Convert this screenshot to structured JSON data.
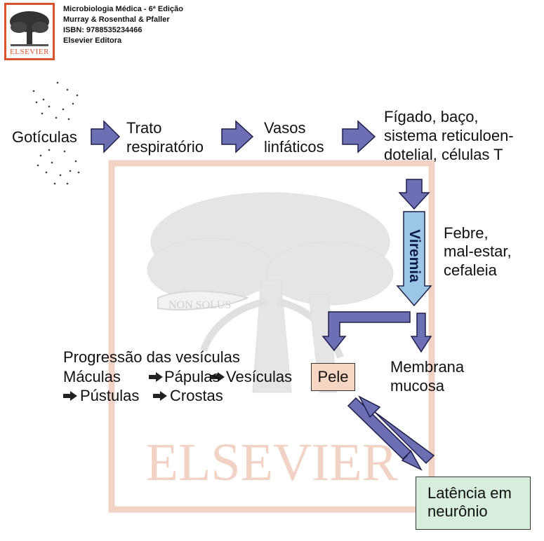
{
  "header": {
    "logo_text": "ELSEVIER",
    "book_title": "Microbiologia Médica - 6ª Edição",
    "authors": "Murray & Rosenthal & Pfaller",
    "isbn": "ISBN: 9788535234466",
    "publisher": "Elsevier Editora"
  },
  "watermark": {
    "logo_text": "ELSEVIER",
    "motto": "NON SOLUS"
  },
  "flow": {
    "goticulas": "Gotículas",
    "trato_1": "Trato",
    "trato_2": "respiratório",
    "vasos_1": "Vasos",
    "vasos_2": "linfáticos",
    "figado_1": "Fígado, baço,",
    "figado_2": "sistema reticuloen-",
    "figado_3": "dotelial, células T",
    "viremia": "Viremia",
    "sintomas_1": "Febre,",
    "sintomas_2": "mal-estar,",
    "sintomas_3": "cefaleia",
    "progressao_title": "Progressão das vesículas",
    "maculas": "Máculas",
    "papulas": "Pápulas",
    "vesiculas": "Vesículas",
    "pustulas": "Pústulas",
    "crostas": "Crostas",
    "pele": "Pele",
    "membrana_1": "Membrana",
    "membrana_2": "mucosa",
    "latencia_1": "Latência em",
    "latencia_2": "neurônio"
  },
  "colors": {
    "arrow_fill": "#6d6fb4",
    "arrow_stroke": "#1e1e4a",
    "viremia_fill": "#9cc6e6",
    "pele_box": "#f7d5c3",
    "latencia_box": "#d6eedb",
    "brand": "#d9532c",
    "watermark_brand": "#f3d2c6"
  }
}
